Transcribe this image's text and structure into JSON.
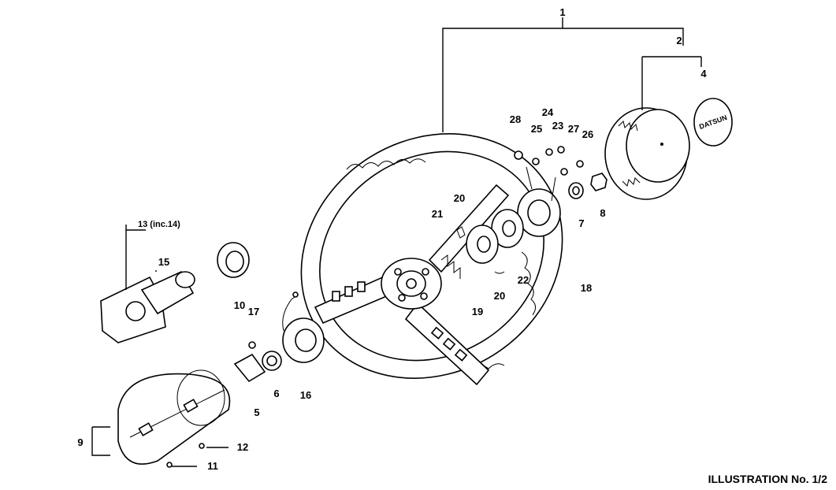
{
  "labels": {
    "p1": "1",
    "p2": "2",
    "p4": "4",
    "p5": "5",
    "p6": "6",
    "p7": "7",
    "p8": "8",
    "p9": "9",
    "p10": "10",
    "p11": "11",
    "p12": "12",
    "p13": "13 (inc.14)",
    "p15": "15",
    "p16": "16",
    "p17": "17",
    "p18": "18",
    "p19": "19",
    "p20a": "20",
    "p20b": "20",
    "p21": "21",
    "p22": "22",
    "p23": "23",
    "p24": "24",
    "p25": "25",
    "p26": "26",
    "p27": "27",
    "p28": "28"
  },
  "horn_pad_logo": "DATSUN",
  "footer": "ILLUSTRATION  No. 1/2"
}
